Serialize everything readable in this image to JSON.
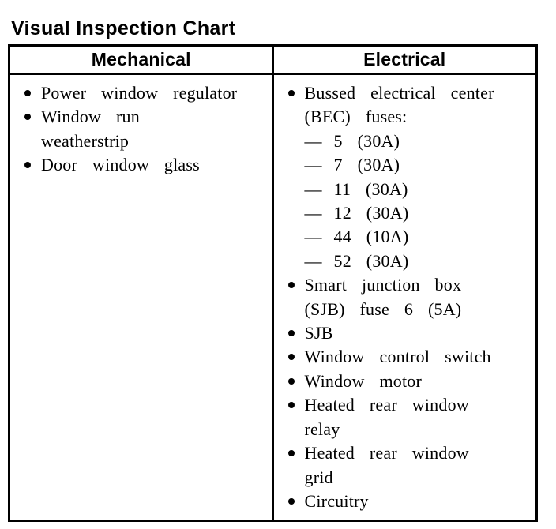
{
  "page_title": "Visual Inspection Chart",
  "colors": {
    "text": "#000000",
    "background": "#ffffff",
    "border": "#000000"
  },
  "markers": {
    "bullet": "•",
    "dash": "—"
  },
  "table": {
    "columns": [
      {
        "header": "Mechanical",
        "items": [
          {
            "marker": "bullet",
            "text": "Power window regulator",
            "lines": [
              "Power window regulator"
            ]
          },
          {
            "marker": "bullet",
            "text": "Window run weatherstrip",
            "lines": [
              "Window run",
              "weatherstrip"
            ]
          },
          {
            "marker": "bullet",
            "text": "Door window glass",
            "lines": [
              "Door window glass"
            ]
          }
        ]
      },
      {
        "header": "Electrical",
        "items": [
          {
            "marker": "bullet",
            "text": "Bussed electrical center (BEC) fuses:",
            "lines": [
              "Bussed electrical center",
              "(BEC) fuses:"
            ]
          },
          {
            "marker": "dash",
            "text": "5 (30A)",
            "lines": [
              "5 (30A)"
            ]
          },
          {
            "marker": "dash",
            "text": "7 (30A)",
            "lines": [
              "7 (30A)"
            ]
          },
          {
            "marker": "dash",
            "text": "11 (30A)",
            "lines": [
              "11 (30A)"
            ]
          },
          {
            "marker": "dash",
            "text": "12 (30A)",
            "lines": [
              "12 (30A)"
            ]
          },
          {
            "marker": "dash",
            "text": "44 (10A)",
            "lines": [
              "44 (10A)"
            ]
          },
          {
            "marker": "dash",
            "text": "52 (30A)",
            "lines": [
              "52 (30A)"
            ]
          },
          {
            "marker": "bullet",
            "text": "Smart junction box (SJB) fuse 6 (5A)",
            "lines": [
              "Smart junction box",
              "(SJB) fuse 6 (5A)"
            ]
          },
          {
            "marker": "bullet",
            "text": "SJB",
            "lines": [
              "SJB"
            ]
          },
          {
            "marker": "bullet",
            "text": "Window control switch",
            "lines": [
              "Window control switch"
            ]
          },
          {
            "marker": "bullet",
            "text": "Window motor",
            "lines": [
              "Window motor"
            ]
          },
          {
            "marker": "bullet",
            "text": "Heated rear window relay",
            "lines": [
              "Heated rear window",
              "relay"
            ]
          },
          {
            "marker": "bullet",
            "text": "Heated rear window grid",
            "lines": [
              "Heated rear window",
              "grid"
            ]
          },
          {
            "marker": "bullet",
            "text": "Circuitry",
            "lines": [
              "Circuitry"
            ]
          }
        ]
      }
    ]
  }
}
